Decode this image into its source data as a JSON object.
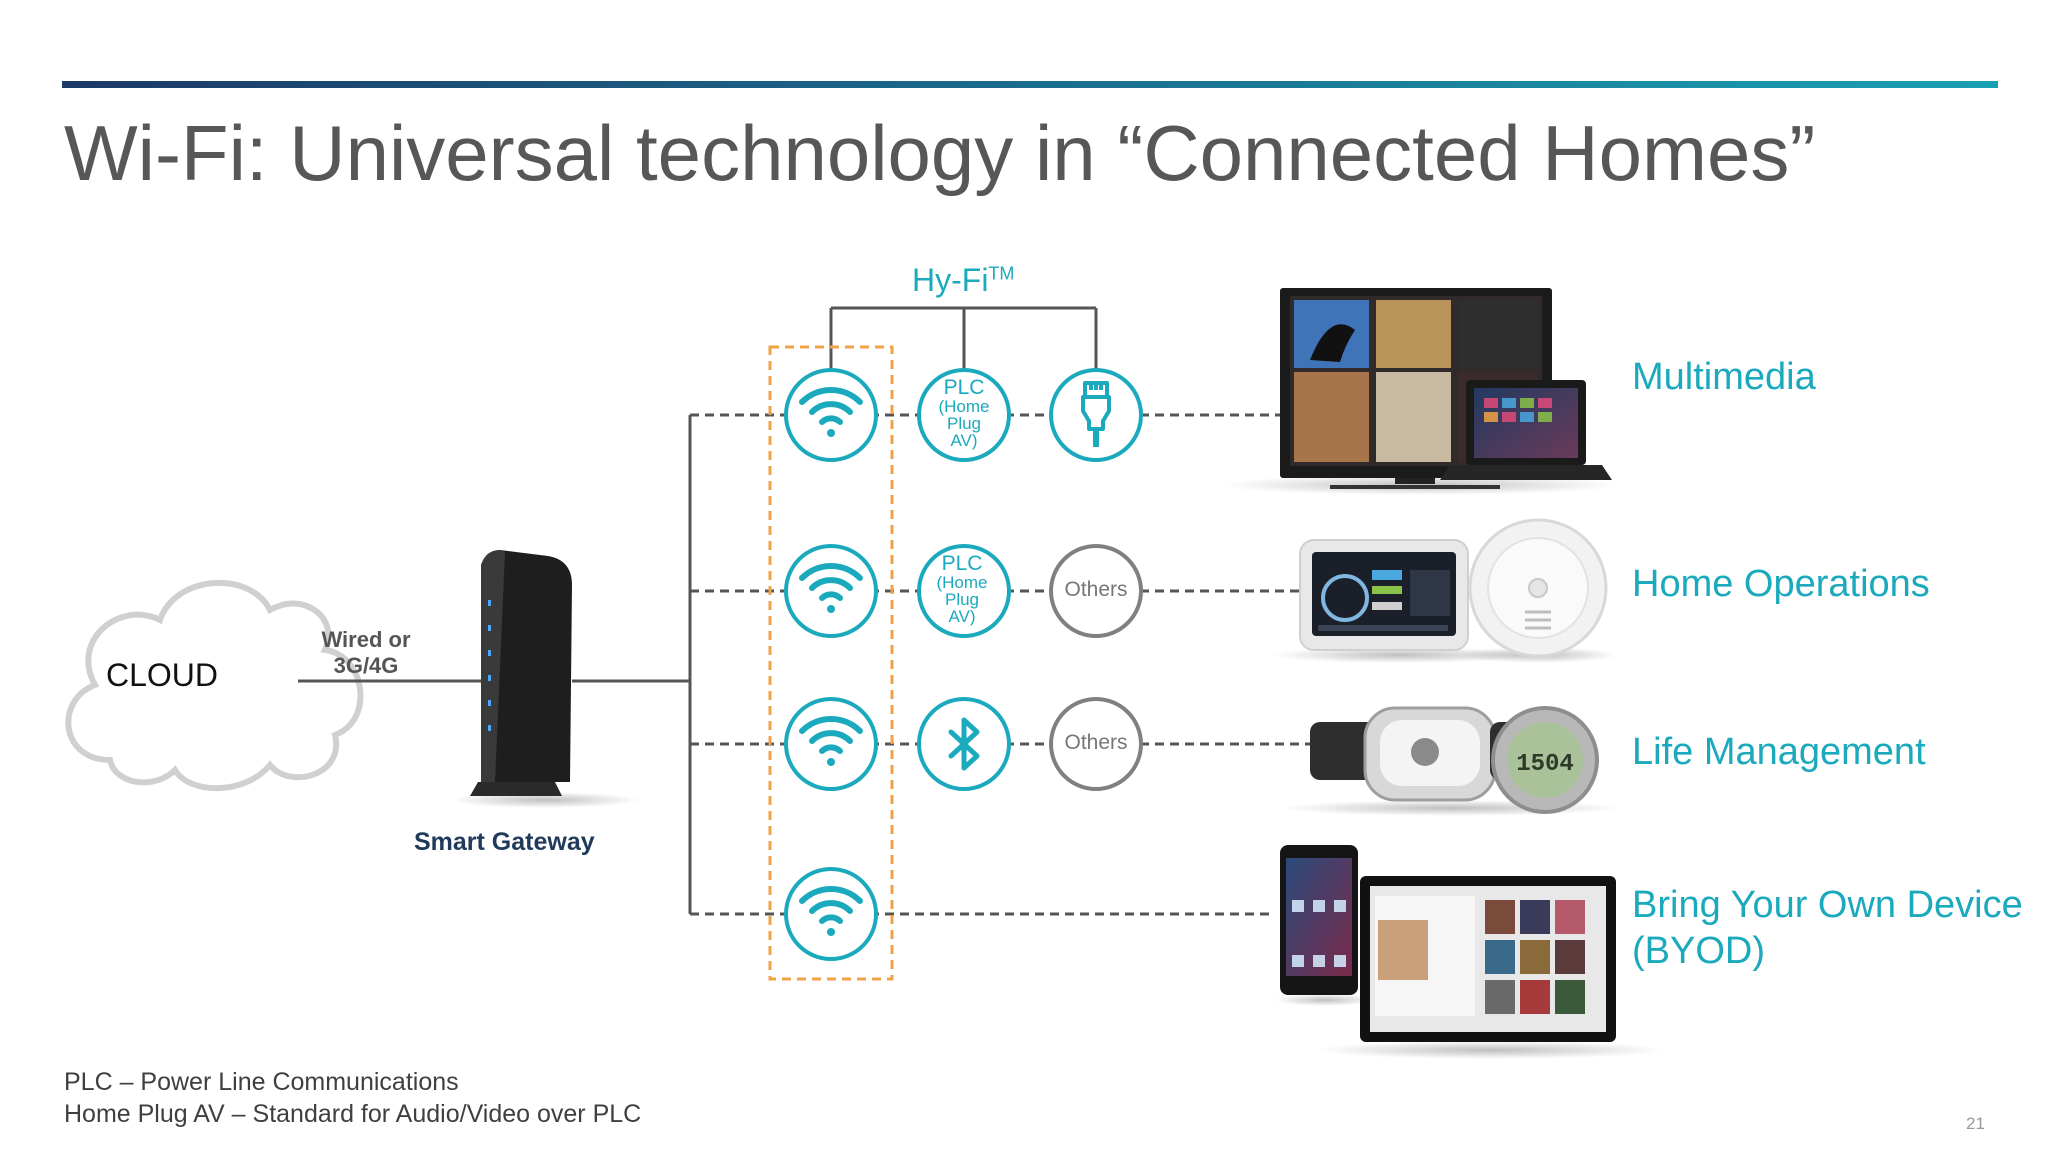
{
  "title": "Wi-Fi: Universal technology in “Connected Homes”",
  "cloud": {
    "label": "CLOUD"
  },
  "link": {
    "line1": "Wired or",
    "line2": "3G/4G"
  },
  "gateway": {
    "label": "Smart Gateway"
  },
  "hyfi": {
    "label": "Hy-Fi",
    "superscript": "TM"
  },
  "rows": [
    {
      "plc_line1": "PLC",
      "plc_line2": "(Home",
      "plc_line3": "Plug",
      "plc_line4": "AV)",
      "category": "Multimedia"
    },
    {
      "plc_line1": "PLC",
      "plc_line2": "(Home",
      "plc_line3": "Plug",
      "plc_line4": "AV)",
      "others": "Others",
      "category": "Home Operations"
    },
    {
      "others": "Others",
      "category": "Life Management"
    },
    {
      "category_line1": "Bring Your Own Device",
      "category_line2": "(BYOD)"
    }
  ],
  "icons": [
    "wifi-icon",
    "ethernet-icon",
    "bluetooth-icon",
    "cloud-icon",
    "router-icon"
  ],
  "devices": {
    "watch_display": "1504"
  },
  "footnotes": [
    "PLC – Power Line Communications",
    "Home Plug AV – Standard for Audio/Video over PLC"
  ],
  "page_number": "21",
  "colors": {
    "accent": "#1ba9bd",
    "title_bar_start": "#1b3a66",
    "title_bar_end": "#1a9fb2",
    "dashed_box": "#f0a346",
    "text": "#575757"
  }
}
